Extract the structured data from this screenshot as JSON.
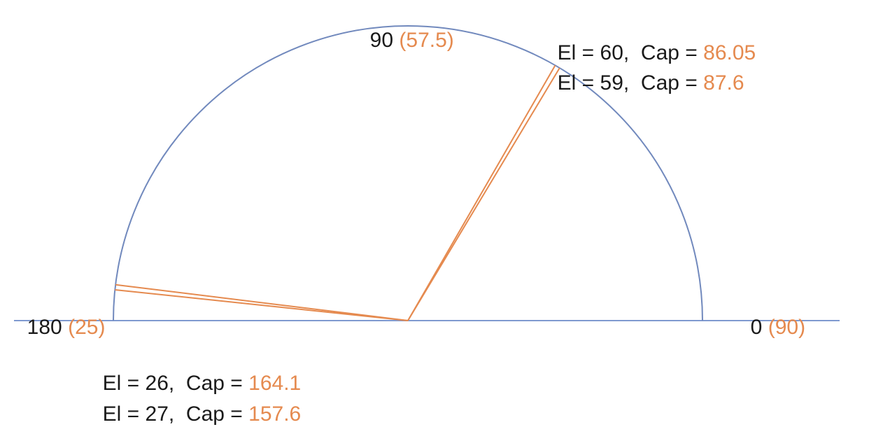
{
  "colors": {
    "arc": "#7189bd",
    "baseline": "#7f9ad0",
    "accent": "#e58a4f",
    "text": "#1a1a1a"
  },
  "scale_labels": {
    "top": {
      "angle": "90",
      "value": "(57.5)"
    },
    "left": {
      "angle": "180",
      "value": "(25)"
    },
    "right": {
      "angle": "0",
      "value": "(90)"
    }
  },
  "readings": {
    "top": [
      {
        "el_text": "El = 60,  Cap = ",
        "cap": "86.05",
        "angle_deg": 60
      },
      {
        "el_text": "El = 59,  Cap = ",
        "cap": "87.6",
        "angle_deg": 59
      }
    ],
    "bottom": [
      {
        "el_text": "El = 26,  Cap = ",
        "cap": "164.1",
        "angle_deg": 174
      },
      {
        "el_text": "El = 27,  Cap = ",
        "cap": "157.6",
        "angle_deg": 173
      }
    ]
  }
}
